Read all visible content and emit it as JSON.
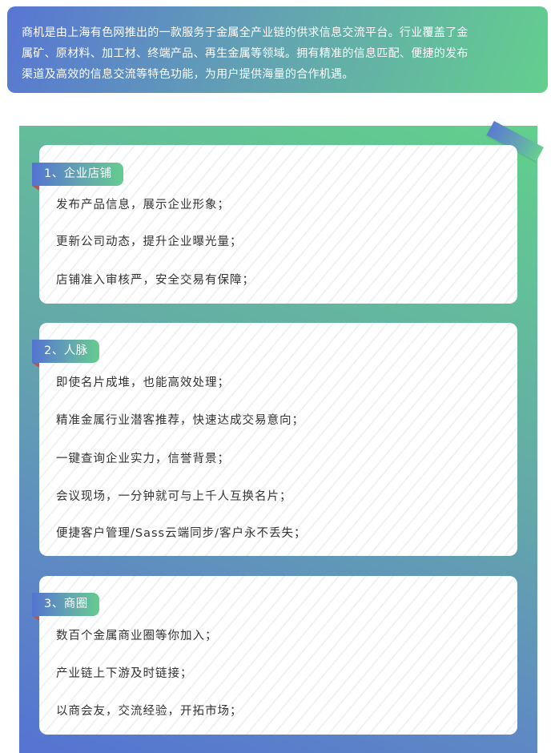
{
  "intro": {
    "line1": "商机是由上海有色网推出的一款服务于金属全产业链的供求信息交流平台。行业覆盖了金",
    "line2": "属矿、原材料、加工材、终端产品、再生金属等领域。拥有精准的信息匹配、便捷的发布",
    "line3": "渠道及高效的信息交流等特色功能，为用户提供海量的合作机遇。"
  },
  "sections": [
    {
      "title": "1、企业店铺",
      "items": [
        "发布产品信息，展示企业形象；",
        "更新公司动态，提升企业曝光量；",
        "店铺准入审核严，安全交易有保障；"
      ]
    },
    {
      "title": "2、人脉",
      "items": [
        "即使名片成堆，也能高效处理；",
        "精准金属行业潜客推荐，快速达成交易意向；",
        "一键查询企业实力，信誉背景；",
        "会议现场，一分钟就可与上千人互换名片；",
        "便捷客户管理/Sass云端同步/客户永不丢失；"
      ]
    },
    {
      "title": "3、商圈",
      "items": [
        "数百个金属商业圈等你加入；",
        "产业链上下游及时链接；",
        "以商会友，交流经验，开拓市场；"
      ]
    }
  ]
}
